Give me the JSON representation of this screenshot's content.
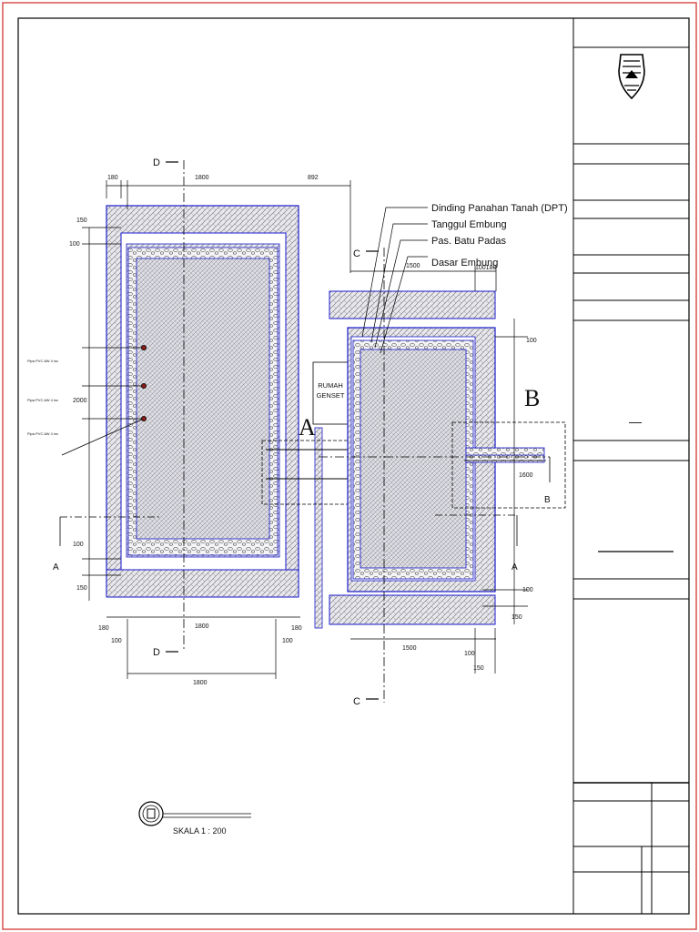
{
  "legend": {
    "items": [
      "Dinding Panahan Tanah (DPT)",
      "Tanggul Embung",
      "Pas. Batu Padas",
      "Dasar Embung"
    ]
  },
  "building": {
    "line1": "RUMAH",
    "line2": "GENSET"
  },
  "pipes": [
    "Pipa PVC AW 4 inc",
    "Pipa PVC AW 4 inc",
    "Pipa PVC AW 4 inc"
  ],
  "details": {
    "a": "A",
    "b": "B"
  },
  "sections": {
    "a": "A",
    "b": "B",
    "c": "C",
    "d": "D"
  },
  "dims": {
    "d180": "180",
    "d1800": "1800",
    "d892": "892",
    "d150": "150",
    "d100": "100",
    "d2000": "2000",
    "d1500": "1500",
    "d1600": "1600",
    "d100180": "100180"
  },
  "scale": {
    "label": "SKALA 1 : 200"
  },
  "title_block": {
    "dash": "—"
  },
  "colors": {
    "outline": "#1a1acc",
    "frame": "#d9534f",
    "hatch": "#555555"
  }
}
